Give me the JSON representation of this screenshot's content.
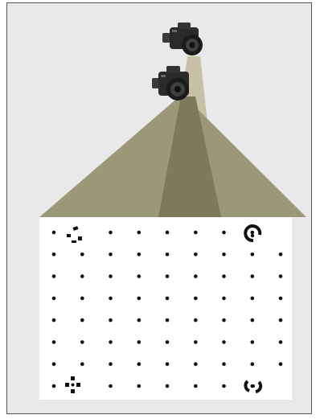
{
  "scene": {
    "background_color": "#e9e9e9",
    "border_color": "#555555",
    "cone_colors": {
      "wide_view": "#9b9878",
      "narrow_view": "#7d7a5c",
      "far_beam": "#c4c1a5"
    },
    "board_color": "#ffffff",
    "dot_color": "#111111",
    "cameras": [
      {
        "name": "upper-camera-icon",
        "body_color": "#2a2a2a"
      },
      {
        "name": "lower-camera-icon",
        "body_color": "#2a2a2a"
      }
    ],
    "calibration_board": {
      "rows": 8,
      "columns": 9,
      "corner_markers": [
        "top-left",
        "top-right",
        "bottom-left",
        "bottom-right"
      ]
    }
  }
}
